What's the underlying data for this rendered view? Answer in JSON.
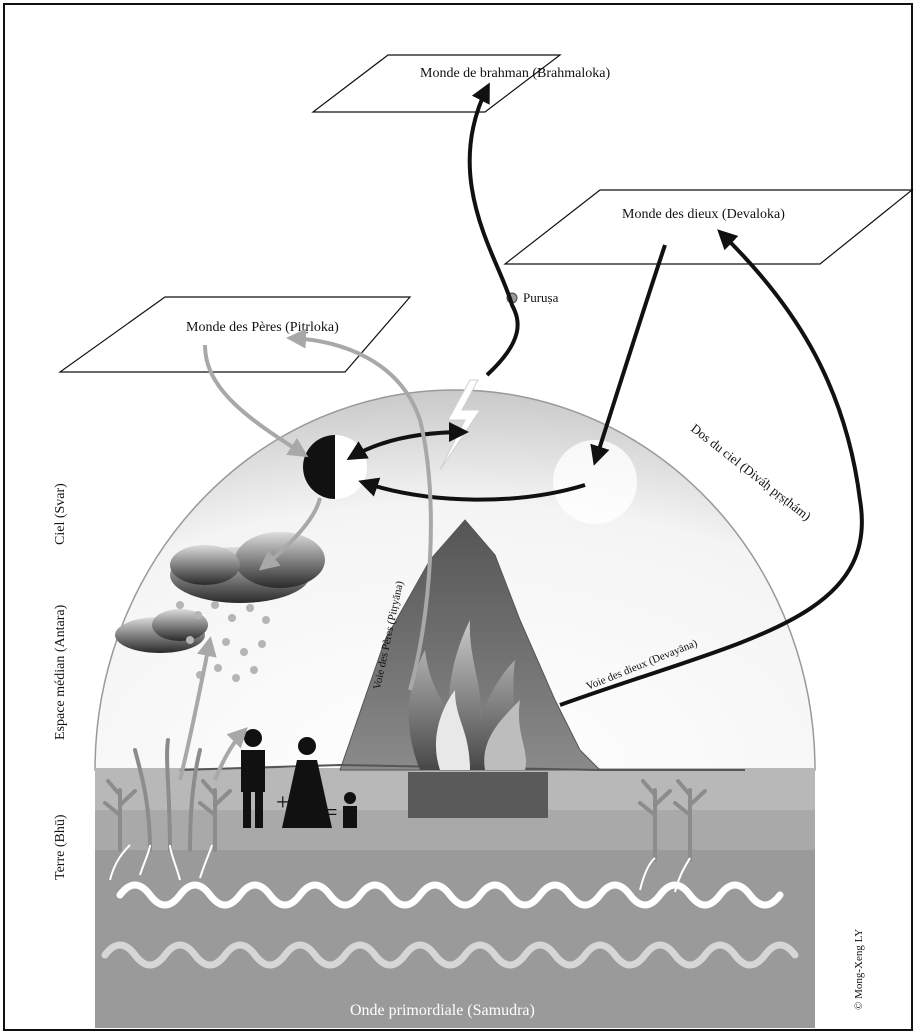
{
  "planes": {
    "brahmaloka": "Monde de brahman (Brahmaloka)",
    "devaloka": "Monde des dieux (Devaloka)",
    "pitrloka": "Monde des Pères (Pitṛloka)"
  },
  "labels": {
    "purusa": "Puruṣa",
    "dos_du_ciel": "Dos du ciel (Diváḥ pṛṣṭhám)",
    "voie_des_peres": "Voie des Pères (Pitṛyāna)",
    "voie_des_dieux": "Voie des dieux (Devayāna)",
    "onde": "Onde primordiale (Samudra)"
  },
  "side_labels": {
    "ciel": "Ciel (Svar)",
    "espace": "Espace médian (Antara)",
    "terre": "Terre (Bhū)"
  },
  "symbols": {
    "plus": "+",
    "equals": "="
  },
  "copyright": "© Mong-Xeng LY",
  "colors": {
    "dark": "#1a1a1a",
    "path_grey": "#a8a8a8",
    "earth": "#b8b8b8",
    "sea": "#9a9a9a",
    "mountain": "#6e6e6e"
  }
}
